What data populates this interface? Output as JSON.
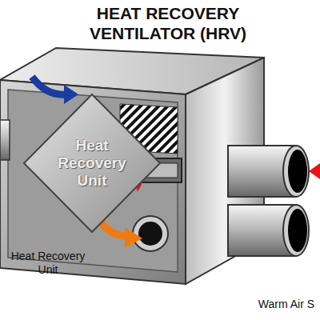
{
  "diagram": {
    "title": "HEAT RECOVERY VENTILATOR (HRV)",
    "nodes": [
      {
        "text": [
          "Heat Recovery Unit"
        ]
      }
    ],
    "labels": [
      "Heat Recovery Unit",
      "Warm Air S"
    ]
  }
}
